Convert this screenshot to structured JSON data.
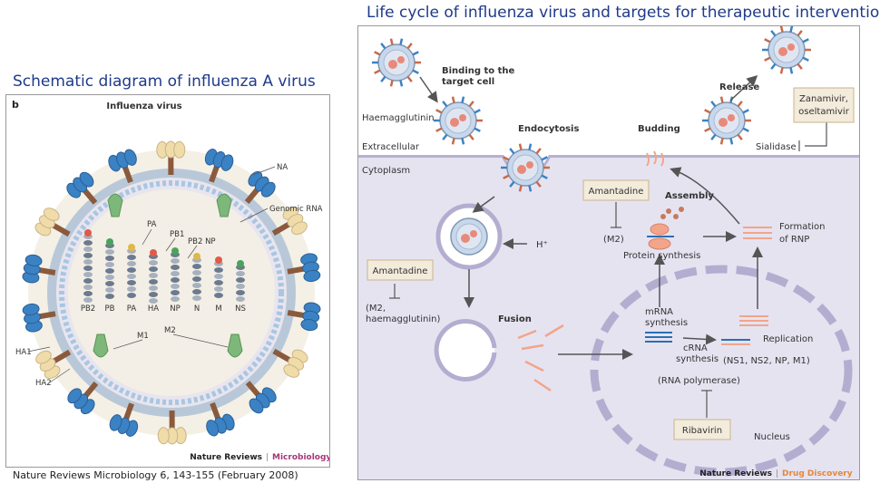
{
  "titles": {
    "left": "Schematic diagram of influenza A virus",
    "right": "Life cycle of influenza virus and targets for therapeutic interventio"
  },
  "left_panel": {
    "panel_letter": "b",
    "heading": "Influenza virus",
    "labels": {
      "na": "NA",
      "genomic_rna": "Genomic RNA",
      "pa": "PA",
      "pb1": "PB1",
      "pb2_np": "PB2 NP",
      "ha1": "HA1",
      "ha2": "HA2",
      "m1": "M1",
      "m2": "M2"
    },
    "segments": [
      "PB2",
      "PB",
      "PA",
      "HA",
      "NP",
      "N",
      "M",
      "NS"
    ],
    "journal": "Nature Reviews",
    "journal_section": "Microbiology"
  },
  "right_panel": {
    "labels": {
      "binding": "Binding to the",
      "binding2": "target cell",
      "haemagglutinin": "Haemagglutinin",
      "extracellular": "Extracellular",
      "cytoplasm": "Cytoplasm",
      "endocytosis": "Endocytosis",
      "budding": "Budding",
      "release": "Release",
      "sialidase": "Sialidase",
      "assembly": "Assembly",
      "formation": "Formation",
      "formation2": "of RNP",
      "protein_synthesis": "Protein synthesis",
      "m2": "(M2)",
      "h_plus": "H⁺",
      "m2_haem": "(M2,",
      "m2_haem2": "haemagglutinin)",
      "fusion": "Fusion",
      "mrna": "mRNA",
      "mrna2": "synthesis",
      "crna": "cRNA",
      "crna2": "synthesis",
      "replication": "Replication",
      "ns": "(NS1, NS2, NP, M1)",
      "rna_pol": "(RNA polymerase)",
      "nucleus": "Nucleus"
    },
    "drugs": {
      "zanamivir": "Zanamivir,",
      "oseltamivir": "oseltamivir",
      "amantadine_top": "Amantadine",
      "amantadine_left": "Amantadine",
      "ribavirin": "Ribavirin"
    },
    "journal": "Nature Reviews",
    "journal_section": "Drug Discovery"
  },
  "citation": "Nature Reviews Microbiology 6, 143-155 (February 2008)",
  "colors": {
    "title": "#1f3a8a",
    "ha_blue": "#3b82c4",
    "na_tan": "#f0dca8",
    "stalk_brown": "#8b5a3c",
    "m2_green": "#7db87a",
    "cytoplasm": "#e6e3f1",
    "nucleus_dash": "#b3aed0",
    "drug_box": "#f3ebdb",
    "rna_orange": "#f2a58a",
    "microbiology": "#a8367a",
    "drug_discovery": "#e2883a"
  }
}
